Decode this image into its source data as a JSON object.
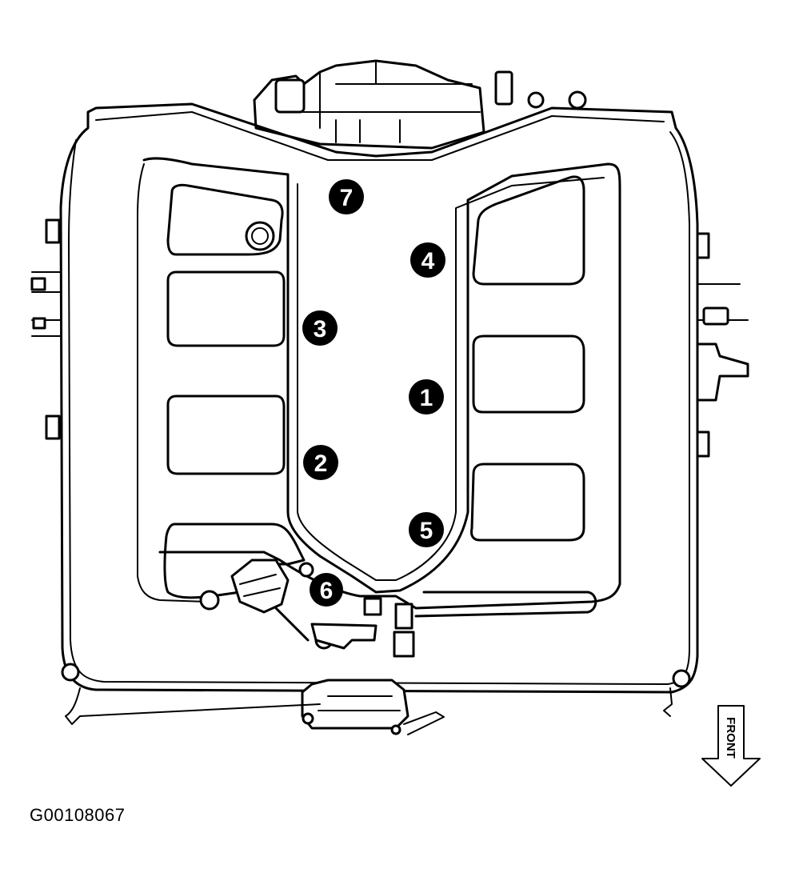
{
  "figure": {
    "code": "G00108067",
    "front_label": "FRONT",
    "callouts": [
      {
        "id": "callout-1",
        "label": "1"
      },
      {
        "id": "callout-2",
        "label": "2"
      },
      {
        "id": "callout-3",
        "label": "3"
      },
      {
        "id": "callout-4",
        "label": "4"
      },
      {
        "id": "callout-5",
        "label": "5"
      },
      {
        "id": "callout-6",
        "label": "6"
      },
      {
        "id": "callout-7",
        "label": "7"
      }
    ]
  },
  "colors": {
    "line": "#000000",
    "background": "#ffffff"
  }
}
